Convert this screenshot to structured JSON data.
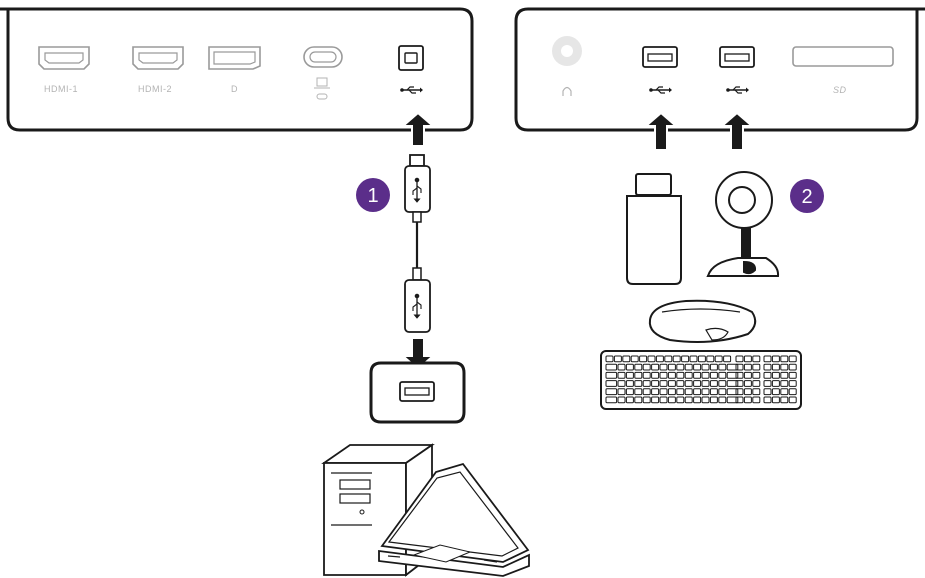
{
  "rear_panel_left": {
    "ports": [
      {
        "name": "HDMI-1",
        "label": "HDMI-1",
        "icon": "hdmi-port-icon"
      },
      {
        "name": "HDMI-2",
        "label": "HDMI-2",
        "icon": "hdmi-port-icon"
      },
      {
        "name": "DisplayPort",
        "label": "D",
        "icon": "displayport-icon"
      },
      {
        "name": "USB-C",
        "label": "",
        "icon": "usb-c-port-icon"
      },
      {
        "name": "USB-B upstream",
        "label": "",
        "icon": "usb-b-port-icon"
      }
    ]
  },
  "rear_panel_right": {
    "ports": [
      {
        "name": "Headphone",
        "label": "",
        "icon": "headphone-icon"
      },
      {
        "name": "USB-A 1",
        "label": "",
        "icon": "usb-icon"
      },
      {
        "name": "USB-A 2",
        "label": "",
        "icon": "usb-icon"
      },
      {
        "name": "SD card slot",
        "label": "SD",
        "icon": "sd-card-icon"
      }
    ]
  },
  "steps": [
    {
      "number": "1",
      "color": "#5b2e8a"
    },
    {
      "number": "2",
      "color": "#5b2e8a"
    }
  ],
  "colors": {
    "outline": "#1a1a1a",
    "accent": "#5b2e8a",
    "label_gray": "#b3b3b3"
  }
}
